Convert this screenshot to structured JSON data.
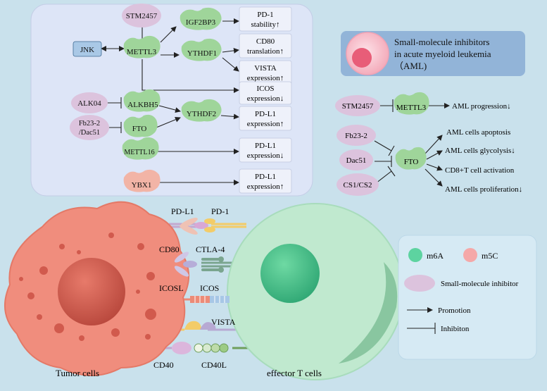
{
  "regulators": {
    "stm2457": "STM2457",
    "jnk": "JNK",
    "mettl3": "METTL3",
    "igf2bp3": "IGF2BP3",
    "ythdf1": "YTHDF1",
    "alk04": "ALK04",
    "alkbh5": "ALKBH5",
    "ythdf2": "YTHDF2",
    "fb23_dac51_1": "Fb23-2",
    "fb23_dac51_2": "/Dac51",
    "fto": "FTO",
    "mettl16": "METTL16",
    "ybx1": "YBX1"
  },
  "outcomes": {
    "pd1_1": "PD-1",
    "pd1_2": "stability↑",
    "cd80_1": "CD80",
    "cd80_2": "translation↑",
    "vista_1": "VISTA",
    "vista_2": "expression↑",
    "icos_1": "ICOS",
    "icos_2": "expression↓",
    "pdl1a_1": "PD-L1",
    "pdl1a_2": "expression↑",
    "pdl1b_1": "PD-L1",
    "pdl1b_2": "expression↓",
    "pdl1c_1": "PD-L1",
    "pdl1c_2": "expression↑"
  },
  "aml": {
    "title_1": "Small-molecule inhibitors",
    "title_2": "in acute myeloid leukemia",
    "title_3": "（AML)",
    "stm2457": "STM2457",
    "mettl3": "METTL3",
    "progression": "AML progression↓",
    "fb23": "Fb23-2",
    "dac51": "Dac51",
    "cs": "CS1/CS2",
    "fto": "FTO",
    "out1": "AML cells apoptosis",
    "out2": "AML cells glycolysis↓",
    "out3": "CD8+T cell activation",
    "out4": "AML cells proliferation↓"
  },
  "cells": {
    "tumor": "Tumor cells",
    "tcell": "effector T cells",
    "pdl1": "PD-L1",
    "pd1": "PD-1",
    "cd80": "CD80",
    "ctla4": "CTLA-4",
    "icosl": "ICOSL",
    "icos": "ICOS",
    "vista": "VISTA",
    "cd40": "CD40",
    "cd40l": "CD40L"
  },
  "legend": {
    "m6a": "m6A",
    "m5c": "m5C",
    "inhibitor": "Small-molecule inhibitor",
    "promotion": "Promotion",
    "inhibition": "Inhibiton"
  },
  "colors": {
    "background": "#c9e1ec",
    "panel": "#dde5f7",
    "green": "#9fd59a",
    "pink": "#f2b4a6",
    "lilac": "#dcc3dd",
    "aml_box": "#92b4d8",
    "tumor": "#f08d7d",
    "tcell": "#c0e9cf"
  }
}
